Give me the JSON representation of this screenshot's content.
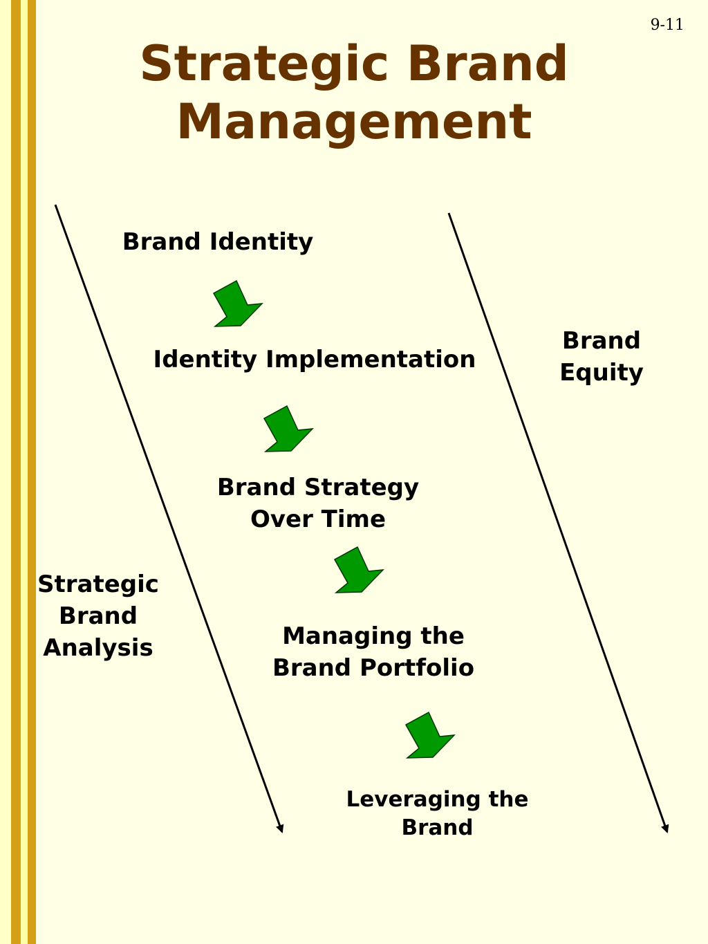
{
  "slide_number": "9-11",
  "title": {
    "line1": "Strategic Brand",
    "line2": "Management"
  },
  "steps": [
    {
      "lines": [
        "Brand Identity"
      ]
    },
    {
      "lines": [
        "Identity Implementation"
      ]
    },
    {
      "lines": [
        "Brand Strategy",
        "Over Time"
      ]
    },
    {
      "lines": [
        "Managing the",
        "Brand Portfolio"
      ]
    },
    {
      "lines": [
        "Leveraging the",
        "Brand"
      ]
    }
  ],
  "side_labels": {
    "left": [
      "Strategic",
      "Brand",
      "Analysis"
    ],
    "right": [
      "Brand",
      "Equity"
    ]
  },
  "colors": {
    "background": "#FFFFE6",
    "title": "#663300",
    "arrow_fill": "#009900",
    "arrow_outline": "#003300",
    "stripe_gold": "#D4A017",
    "text": "#000000"
  },
  "icons": {
    "flow_arrow": "down-right-block-arrow",
    "axis_arrow": "diagonal-line-arrow"
  }
}
